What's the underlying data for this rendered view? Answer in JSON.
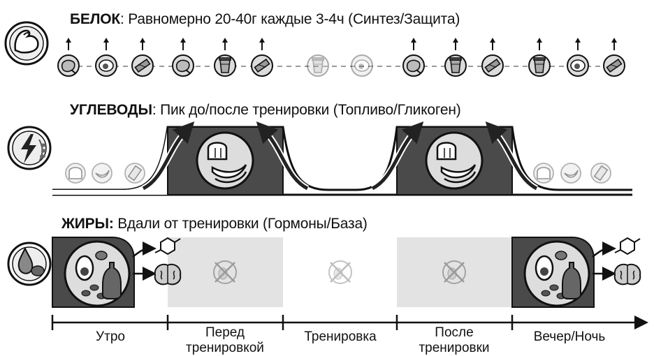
{
  "sections": {
    "protein": {
      "title": "БЕЛОК",
      "subtitle": ": Равномерно 20-40г каждые 3-4ч (Синтез/Защита)",
      "icon": "muscle-arm-icon",
      "items": [
        {
          "icon": "chicken-icon",
          "faded": false
        },
        {
          "icon": "egg-icon",
          "faded": false
        },
        {
          "icon": "protein-bar-icon",
          "faded": false
        },
        {
          "icon": "chicken-icon",
          "faded": false
        },
        {
          "icon": "shake-cup-icon",
          "faded": false
        },
        {
          "icon": "protein-bar-icon",
          "faded": false
        },
        {
          "icon": "shake-cup-icon",
          "faded": true
        },
        {
          "icon": "egg-icon",
          "faded": true
        },
        {
          "icon": "chicken-icon",
          "faded": false
        },
        {
          "icon": "shake-cup-icon",
          "faded": false
        },
        {
          "icon": "protein-bar-icon",
          "faded": false
        },
        {
          "icon": "shake-cup-icon",
          "faded": false
        },
        {
          "icon": "egg-icon",
          "faded": false
        },
        {
          "icon": "protein-bar-icon",
          "faded": false
        }
      ]
    },
    "carbs": {
      "title": "УГЛЕВОДЫ",
      "subtitle": ": Пик до/после тренировки (Топливо/Гликоген)",
      "icon": "lightning-wheat-icon",
      "peak_icons": [
        "bread-banana-icon",
        "bread-banana-icon"
      ],
      "small_icons": [
        "bread-icon",
        "banana-icon",
        "gel-pack-icon",
        "bread-icon",
        "banana-icon",
        "gel-pack-icon"
      ]
    },
    "fats": {
      "title": "ЖИРЫ:",
      "subtitle": " Вдали от тренировки (Гормоны/База)",
      "icon": "oil-drop-nut-icon",
      "plate_icons": [
        "avocado-nuts-oil-icon",
        "avocado-nuts-oil-icon"
      ],
      "effects": [
        "hormone-molecule-icon",
        "brain-icon"
      ],
      "blocked_icon": "crossed-out-food-icon"
    }
  },
  "timeline": {
    "labels": [
      "Утро",
      "Перед тренировкой",
      "Тренировка",
      "После тренировки",
      "Вечер/Ночь"
    ]
  },
  "colors": {
    "dark_band": "#4a4a4a",
    "light_band": "#e3e3e3",
    "icon_bg": "#dcdcdc",
    "dashed_line": "#9a9a9a"
  }
}
